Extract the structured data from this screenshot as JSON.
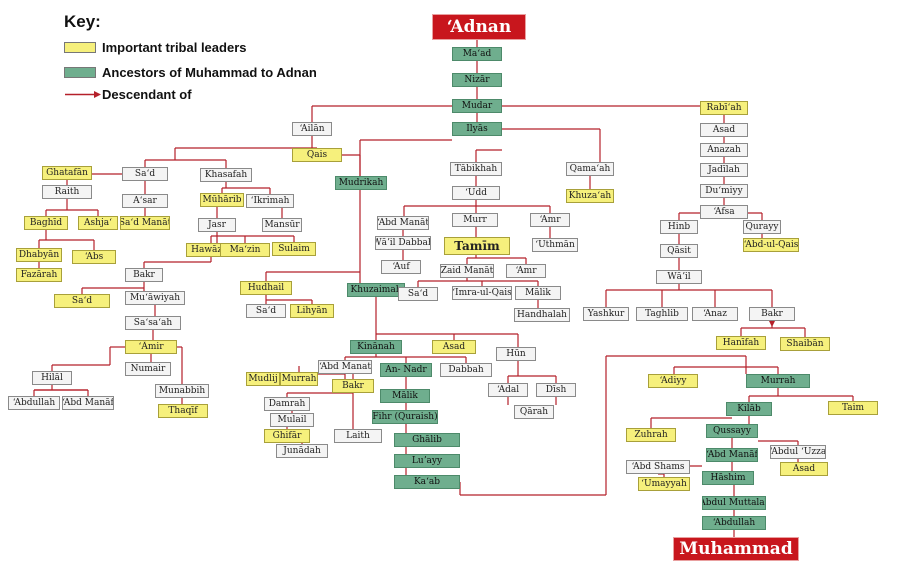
{
  "key": {
    "title": "Key:",
    "items": [
      {
        "label": "Important tribal leaders",
        "kind": "yellow"
      },
      {
        "label": "Ancestors of Muhammad to Adnan",
        "kind": "green"
      },
      {
        "label": "Descendant of",
        "kind": "arrow"
      }
    ]
  },
  "colors": {
    "leader": "#f6f07c",
    "ancestor": "#6fae8e",
    "plain": "#f4f4f4",
    "line": "#b5202a",
    "accent": "#c8161d"
  },
  "nodes": [
    {
      "id": "adnan",
      "label": "ʻAdnan",
      "type": "big"
    },
    {
      "id": "maad",
      "label": "Maʻad",
      "type": "green"
    },
    {
      "id": "nizar",
      "label": "Nizār",
      "type": "green"
    },
    {
      "id": "mudar",
      "label": "Mudar",
      "type": "green"
    },
    {
      "id": "ailan",
      "label": "ʻAilān",
      "type": "white"
    },
    {
      "id": "ilyas",
      "label": "Ilyās",
      "type": "green"
    },
    {
      "id": "rabiah",
      "label": "Rabīʻah",
      "type": "yellow"
    },
    {
      "id": "qais",
      "label": "Qais",
      "type": "yellow"
    },
    {
      "id": "sad1",
      "label": "Saʻd",
      "type": "white"
    },
    {
      "id": "khasafah",
      "label": "Khasafah",
      "type": "white"
    },
    {
      "id": "ghatafan",
      "label": "Ghatafān",
      "type": "yellow"
    },
    {
      "id": "raith",
      "label": "Raith",
      "type": "white"
    },
    {
      "id": "asar",
      "label": "Aʻsar",
      "type": "white"
    },
    {
      "id": "sadmanat",
      "label": "Saʻd Manāt",
      "type": "yellow"
    },
    {
      "id": "muharib",
      "label": "Mūhārib",
      "type": "yellow"
    },
    {
      "id": "ikrimah",
      "label": "ʻIkrimah",
      "type": "white"
    },
    {
      "id": "baghid",
      "label": "Baghīd",
      "type": "yellow"
    },
    {
      "id": "ashja",
      "label": "Ashjaʻ",
      "type": "yellow"
    },
    {
      "id": "jasr",
      "label": "Jasr",
      "type": "white"
    },
    {
      "id": "mansur",
      "label": "Mansūr",
      "type": "white"
    },
    {
      "id": "dhabyan",
      "label": "Dhabyān",
      "type": "yellow"
    },
    {
      "id": "abs",
      "label": "ʻAbs",
      "type": "yellow"
    },
    {
      "id": "hawazin",
      "label": "Hawāzin",
      "type": "yellow"
    },
    {
      "id": "mazin",
      "label": "Maʻzin",
      "type": "yellow"
    },
    {
      "id": "sulaim",
      "label": "Sulaim",
      "type": "yellow"
    },
    {
      "id": "fazarah",
      "label": "Fazārah",
      "type": "yellow"
    },
    {
      "id": "bakr1",
      "label": "Bakr",
      "type": "white"
    },
    {
      "id": "sad2",
      "label": "Saʻd",
      "type": "yellow"
    },
    {
      "id": "muawiyah",
      "label": "Muʻāwiyah",
      "type": "white"
    },
    {
      "id": "sasah",
      "label": "Saʻsaʻah",
      "type": "white"
    },
    {
      "id": "amir",
      "label": "ʻĀmir",
      "type": "yellow"
    },
    {
      "id": "numair",
      "label": "Numair",
      "type": "white"
    },
    {
      "id": "hilal",
      "label": "Hilāl",
      "type": "white"
    },
    {
      "id": "abdullah1",
      "label": "ʻAbdullah",
      "type": "white"
    },
    {
      "id": "abdmanaf1",
      "label": "ʻAbd Manāf",
      "type": "white"
    },
    {
      "id": "munabbih",
      "label": "Munabbih",
      "type": "white"
    },
    {
      "id": "thaqif",
      "label": "Thaqīf",
      "type": "yellow"
    },
    {
      "id": "mudrikah",
      "label": "Mudrikah",
      "type": "green"
    },
    {
      "id": "tabikhah",
      "label": "Tābikhah",
      "type": "white"
    },
    {
      "id": "qamaah",
      "label": "Qamaʻah",
      "type": "white"
    },
    {
      "id": "khuzaah",
      "label": "Khuzaʻah",
      "type": "yellow"
    },
    {
      "id": "udd",
      "label": "ʻUdd",
      "type": "white"
    },
    {
      "id": "abdmanat1",
      "label": "ʻAbd Manāt",
      "type": "white"
    },
    {
      "id": "murr",
      "label": "Murr",
      "type": "white"
    },
    {
      "id": "amr1",
      "label": "ʻAmr",
      "type": "white"
    },
    {
      "id": "wail1",
      "label": "Wāʼil Dabbah",
      "type": "white"
    },
    {
      "id": "uthman",
      "label": "ʻUthmān",
      "type": "white"
    },
    {
      "id": "auf",
      "label": "ʻAuf",
      "type": "white"
    },
    {
      "id": "tamim",
      "label": "Tamīm",
      "type": "mid"
    },
    {
      "id": "zaidmanat",
      "label": "Zaid Manāt",
      "type": "white"
    },
    {
      "id": "amr2",
      "label": "ʻAmr",
      "type": "white"
    },
    {
      "id": "hudhail",
      "label": "Hudhail",
      "type": "yellow"
    },
    {
      "id": "khuzaimah",
      "label": "Khuzaimah",
      "type": "green"
    },
    {
      "id": "sad3",
      "label": "Saʻd",
      "type": "white"
    },
    {
      "id": "imraulqais",
      "label": "ʻImra-ul-Qais",
      "type": "white"
    },
    {
      "id": "malik1",
      "label": "Mālik",
      "type": "white"
    },
    {
      "id": "sad4",
      "label": "Saʻd",
      "type": "white"
    },
    {
      "id": "lihyan",
      "label": "Lihyān",
      "type": "yellow"
    },
    {
      "id": "handhalah",
      "label": "Handhalah",
      "type": "white"
    },
    {
      "id": "kinanah",
      "label": "Kinānah",
      "type": "green"
    },
    {
      "id": "asad1",
      "label": "Asad",
      "type": "yellow"
    },
    {
      "id": "hun",
      "label": "Hūn",
      "type": "white"
    },
    {
      "id": "abdmanat2",
      "label": "ʻAbd Manat",
      "type": "white"
    },
    {
      "id": "mudlij",
      "label": "Mudlij",
      "type": "yellow"
    },
    {
      "id": "murrah1",
      "label": "Murrah",
      "type": "yellow"
    },
    {
      "id": "annadr",
      "label": "An- Nadr",
      "type": "green"
    },
    {
      "id": "dabbah",
      "label": "Dabbah",
      "type": "white"
    },
    {
      "id": "bakr2",
      "label": "Bakr",
      "type": "yellow"
    },
    {
      "id": "malik2",
      "label": "Mālik",
      "type": "green"
    },
    {
      "id": "adal",
      "label": "ʻAdal",
      "type": "white"
    },
    {
      "id": "dish",
      "label": "Dīsh",
      "type": "white"
    },
    {
      "id": "damrah",
      "label": "Damrah",
      "type": "white"
    },
    {
      "id": "fihr",
      "label": "Fihr (Quraish)",
      "type": "green"
    },
    {
      "id": "qarah",
      "label": "Qārah",
      "type": "white"
    },
    {
      "id": "mulail",
      "label": "Mulail",
      "type": "white"
    },
    {
      "id": "ghifar",
      "label": "Ghifār",
      "type": "yellow"
    },
    {
      "id": "laith",
      "label": "Laith",
      "type": "white"
    },
    {
      "id": "ghalib",
      "label": "Ghālib",
      "type": "green"
    },
    {
      "id": "junadah",
      "label": "Junādah",
      "type": "white"
    },
    {
      "id": "luayy",
      "label": "Luʼayy",
      "type": "green"
    },
    {
      "id": "kaab",
      "label": "Kaʻab",
      "type": "green"
    },
    {
      "id": "asad2",
      "label": "Asad",
      "type": "white"
    },
    {
      "id": "anazah",
      "label": "Anazah",
      "type": "white"
    },
    {
      "id": "jadilah",
      "label": "Jadīlah",
      "type": "white"
    },
    {
      "id": "dumiyy",
      "label": "Duʻmiyy",
      "type": "white"
    },
    {
      "id": "afsa",
      "label": "ʻAfsa",
      "type": "white"
    },
    {
      "id": "hinb",
      "label": "Hinb",
      "type": "white"
    },
    {
      "id": "qurayy",
      "label": "Qurayy",
      "type": "white"
    },
    {
      "id": "abdulqais",
      "label": "ʻAbd-ul-Qais",
      "type": "yellow"
    },
    {
      "id": "qasit",
      "label": "Qāsit",
      "type": "white"
    },
    {
      "id": "wail2",
      "label": "Wāʼil",
      "type": "white"
    },
    {
      "id": "yashkur",
      "label": "Yashkur",
      "type": "white"
    },
    {
      "id": "taghlib",
      "label": "Taghlib",
      "type": "white"
    },
    {
      "id": "anaz",
      "label": "ʻAnaz",
      "type": "white"
    },
    {
      "id": "bakr3",
      "label": "Bakr",
      "type": "white"
    },
    {
      "id": "hanifah",
      "label": "Hanīfah",
      "type": "yellow"
    },
    {
      "id": "shaiban",
      "label": "Shaibān",
      "type": "yellow"
    },
    {
      "id": "adiyy",
      "label": "ʻAdiyy",
      "type": "yellow"
    },
    {
      "id": "murrah2",
      "label": "Murrah",
      "type": "green"
    },
    {
      "id": "kilab",
      "label": "Kilāb",
      "type": "green"
    },
    {
      "id": "taim",
      "label": "Taim",
      "type": "yellow"
    },
    {
      "id": "zuhrah",
      "label": "Zuhrah",
      "type": "yellow"
    },
    {
      "id": "qussayy",
      "label": "Qussayy",
      "type": "green"
    },
    {
      "id": "abdmanaf2",
      "label": "ʻAbd Manāf",
      "type": "green"
    },
    {
      "id": "abduluzza",
      "label": "ʻAbdul ʻUzza",
      "type": "white"
    },
    {
      "id": "abdshams",
      "label": "ʻAbd Shams",
      "type": "white"
    },
    {
      "id": "asad3",
      "label": "Asad",
      "type": "yellow"
    },
    {
      "id": "hashim",
      "label": "Hāshim",
      "type": "green"
    },
    {
      "id": "umayyah",
      "label": "ʻUmayyah",
      "type": "yellow"
    },
    {
      "id": "abdulmuttalib",
      "label": "ʻAbdul Muttalab",
      "type": "green"
    },
    {
      "id": "abdullah2",
      "label": "ʻAbdullah",
      "type": "green"
    },
    {
      "id": "muhammad",
      "label": "Muhammad",
      "type": "big"
    }
  ]
}
